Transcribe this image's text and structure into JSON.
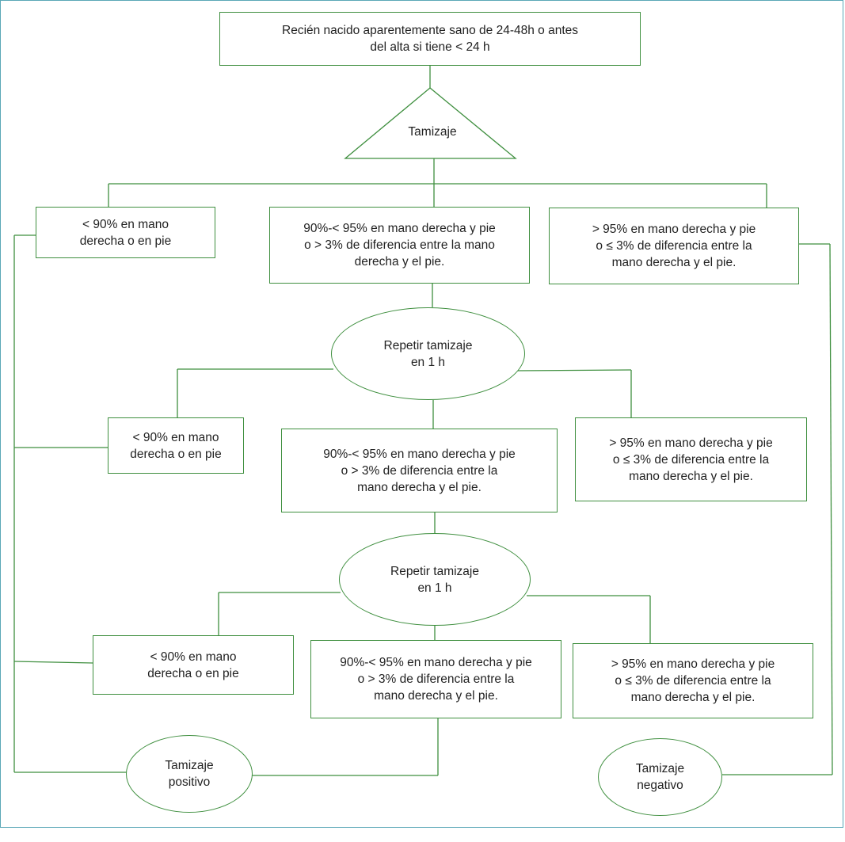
{
  "diagram": {
    "start": {
      "text": "Recién nacido aparentemente sano de 24-48h o antes\ndel alta si tiene < 24 h"
    },
    "screening": {
      "text": "Tamizaje"
    },
    "level1": {
      "low": {
        "text": "< 90% en mano\nderecha o en pie"
      },
      "mid": {
        "text": "90%-< 95% en mano derecha y pie\no > 3% de diferencia entre la mano\nderecha y el pie."
      },
      "high": {
        "text": "> 95% en mano derecha y pie\no ≤ 3% de diferencia entre la\nmano derecha y el pie."
      }
    },
    "repeat1": {
      "text": "Repetir tamizaje\nen 1 h"
    },
    "level2": {
      "low": {
        "text": "< 90% en mano\nderecha o en pie"
      },
      "mid": {
        "text": "90%-< 95% en mano derecha y pie\no > 3% de diferencia entre la\nmano derecha y el pie."
      },
      "high": {
        "text": "> 95% en mano derecha y pie\no ≤ 3% de diferencia entre la\nmano derecha y el pie."
      }
    },
    "repeat2": {
      "text": "Repetir tamizaje\nen 1 h"
    },
    "level3": {
      "low": {
        "text": "< 90% en mano\nderecha o en pie"
      },
      "mid": {
        "text": "90%-< 95% en mano derecha y pie\no > 3% de diferencia entre la\nmano derecha y el pie."
      },
      "high": {
        "text": "> 95% en mano derecha y pie\no ≤ 3% de diferencia entre la\nmano derecha y el pie."
      }
    },
    "positive": {
      "text": "Tamizaje\npositivo"
    },
    "negative": {
      "text": "Tamizaje\nnegativo"
    },
    "colors": {
      "border": "#3f8f3f",
      "connector": "#3f8f3f",
      "frame": "#5aa7b7",
      "text": "#222222"
    }
  }
}
